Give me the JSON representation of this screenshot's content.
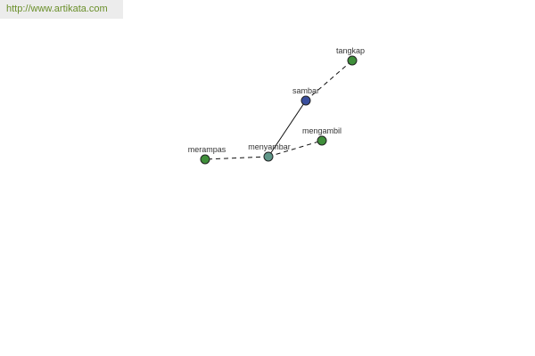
{
  "watermark": {
    "url_text": "http://www.artikata.com"
  },
  "graph": {
    "colors": {
      "root_node": "#3a4f9e",
      "center_node": "#5f9688",
      "leaf_node": "#3f8f3a",
      "node_stroke": "#222222",
      "edge": "#111111",
      "url_text": "#6a8f2a"
    },
    "nodes": [
      {
        "id": "tangkap",
        "label": "tangkap",
        "role": "leaf_node"
      },
      {
        "id": "sambar",
        "label": "sambar",
        "role": "root_node"
      },
      {
        "id": "mengambil",
        "label": "mengambil",
        "role": "leaf_node"
      },
      {
        "id": "merampas",
        "label": "merampas",
        "role": "leaf_node"
      },
      {
        "id": "menyambar",
        "label": "menyambar",
        "role": "center_node"
      }
    ],
    "edges": [
      {
        "from": "sambar",
        "to": "tangkap",
        "style": "dashed"
      },
      {
        "from": "sambar",
        "to": "menyambar",
        "style": "solid"
      },
      {
        "from": "menyambar",
        "to": "mengambil",
        "style": "dashed"
      },
      {
        "from": "menyambar",
        "to": "merampas",
        "style": "dashed"
      }
    ]
  }
}
